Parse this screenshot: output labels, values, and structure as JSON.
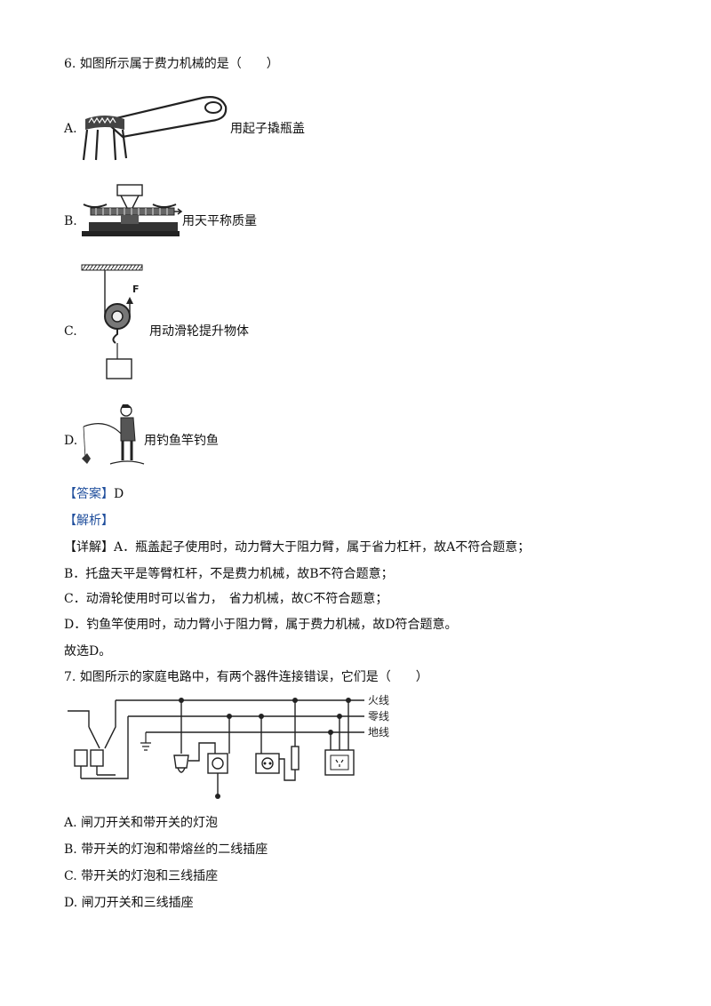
{
  "q6": {
    "stem": "6. 如图所示属于费力机械的是（　　）",
    "options": [
      {
        "label": "A.",
        "text": "用起子撬瓶盖"
      },
      {
        "label": "B.",
        "text": "用天平称质量"
      },
      {
        "label": "C.",
        "text": "用动滑轮提升物体"
      },
      {
        "label": "D.",
        "text": "用钓鱼竿钓鱼"
      }
    ],
    "pulley_force_label": "F",
    "answer_tag": "【答案】",
    "answer_value": "D",
    "analysis_tag": "【解析】",
    "detail": [
      "【详解】A．瓶盖起子使用时，动力臂大于阻力臂，属于省力杠杆，故A不符合题意；",
      "B．托盘天平是等臂杠杆，不是费力机械，故B不符合题意；",
      "C．动滑轮使用时可以省力，　省力机械，故C不符合题意；",
      "D．钓鱼竿使用时，动力臂小于阻力臂，属于费力机械，故D符合题意。",
      "故选D。"
    ]
  },
  "q7": {
    "stem": "7. 如图所示的家庭电路中，有两个器件连接错误，它们是（　　）",
    "wire_labels": [
      "火线",
      "零线",
      "地线"
    ],
    "options": [
      "A. 闸刀开关和带开关的灯泡",
      "B. 带开关的灯泡和带熔丝的二线插座",
      "C. 带开关的灯泡和三线插座",
      "D. 闸刀开关和三线插座"
    ]
  }
}
